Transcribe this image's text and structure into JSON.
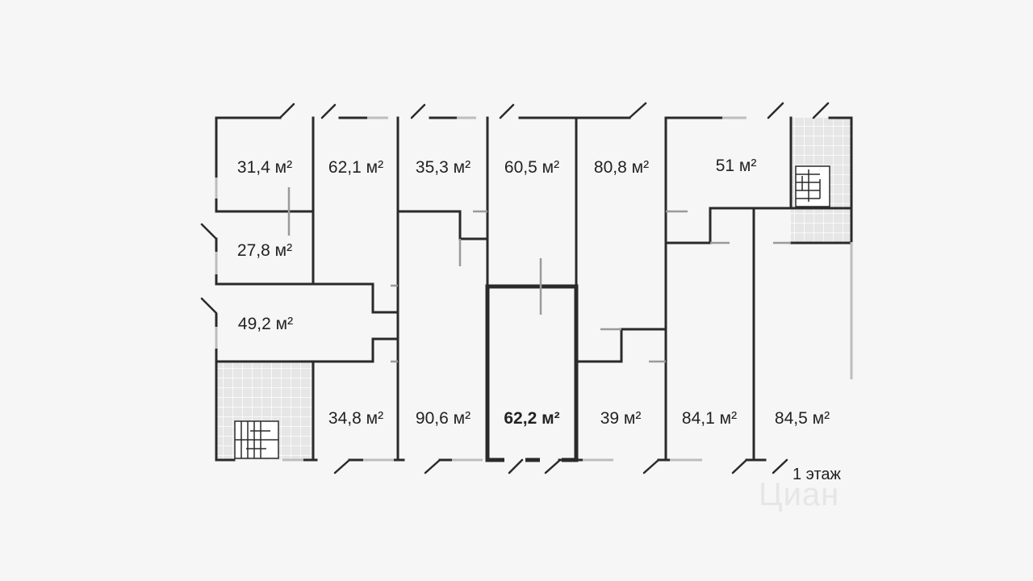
{
  "floor_label": "1 этаж",
  "watermark": "Циан",
  "units": [
    {
      "id": "u1",
      "area": "31,4 м²",
      "selected": false
    },
    {
      "id": "u2",
      "area": "62,1 м²",
      "selected": false
    },
    {
      "id": "u3",
      "area": "35,3 м²",
      "selected": false
    },
    {
      "id": "u4",
      "area": "60,5 м²",
      "selected": false
    },
    {
      "id": "u5",
      "area": "80,8 м²",
      "selected": false
    },
    {
      "id": "u6",
      "area": "51 м²",
      "selected": false
    },
    {
      "id": "u7",
      "area": "27,8 м²",
      "selected": false
    },
    {
      "id": "u8",
      "area": "49,2 м²",
      "selected": false
    },
    {
      "id": "u9",
      "area": "34,8 м²",
      "selected": false
    },
    {
      "id": "u10",
      "area": "90,6 м²",
      "selected": false
    },
    {
      "id": "u11",
      "area": "62,2 м²",
      "selected": true
    },
    {
      "id": "u12",
      "area": "39 м²",
      "selected": false
    },
    {
      "id": "u13",
      "area": "84,1 м²",
      "selected": false
    },
    {
      "id": "u14",
      "area": "84,5 м²",
      "selected": false
    }
  ],
  "colors": {
    "background": "#f6f6f6",
    "wall": "#2a2a2a",
    "window": "#bdbdbd",
    "stair_fill": "#e4e4e4"
  }
}
